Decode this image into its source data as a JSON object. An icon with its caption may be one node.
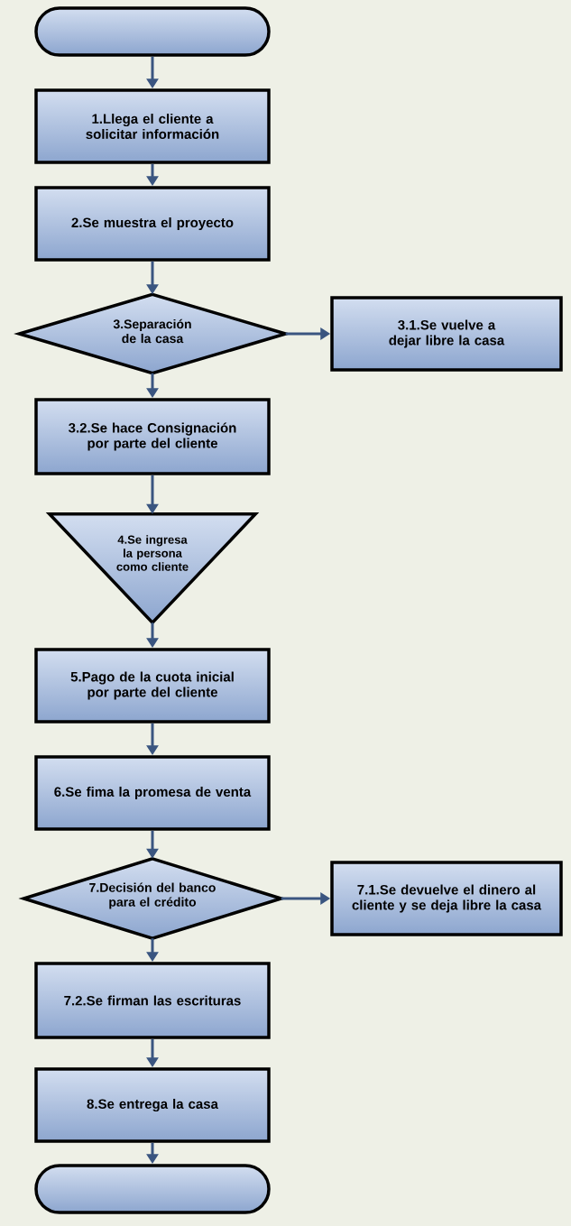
{
  "diagram": {
    "nodes": [
      {
        "text": [],
        "shape": "oval"
      },
      {
        "text": [
          "1.Llega el cliente a solicitar información"
        ]
      },
      {
        "text": [
          "2.Se muestra el proyecto"
        ]
      },
      {
        "text": [
          "3.Separación de la casa"
        ]
      },
      {
        "text": [
          "3.1.Se vuelve a dejar libre la casa"
        ]
      },
      {
        "text": [
          "3.2.Se hace Consignación por parte del cliente"
        ]
      },
      {
        "text": [
          "4.Se ingresa la persona como cliente"
        ]
      },
      {
        "text": [
          "5.Pago de la cuota inicial por parte del cliente"
        ]
      },
      {
        "text": [
          "6.Se fima la promesa de venta"
        ]
      },
      {
        "text": [
          "7.Decisión del banco para el crédito"
        ]
      },
      {
        "text": [
          "7.1.Se devuelve el dinero al cliente y se deja libre la casa"
        ]
      },
      {
        "text": [
          "7.2.Se firman las escrituras"
        ]
      },
      {
        "text": [
          "8.Se entrega la casa"
        ]
      },
      {
        "text": [],
        "shape": "oval"
      }
    ],
    "edges": [
      {
        "from": 0,
        "to": 1,
        "arrow": "to"
      },
      {
        "from": 1,
        "to": 2,
        "arrow": "to"
      },
      {
        "from": 2,
        "to": 3,
        "arrow": "to"
      },
      {
        "from": 3,
        "to": 4,
        "arrow": "to"
      },
      {
        "from": 3,
        "to": 5,
        "arrow": "to"
      },
      {
        "from": 5,
        "to": 6,
        "arrow": "to"
      },
      {
        "from": 6,
        "to": 7,
        "arrow": "to"
      },
      {
        "from": 7,
        "to": 8,
        "arrow": "to"
      },
      {
        "from": 8,
        "to": 9,
        "arrow": "to"
      },
      {
        "from": 9,
        "to": 10,
        "arrow": "to"
      },
      {
        "from": 9,
        "to": 11,
        "arrow": "to"
      },
      {
        "from": 11,
        "to": 12,
        "arrow": "to"
      },
      {
        "from": 12,
        "to": 13,
        "arrow": "to"
      }
    ]
  }
}
